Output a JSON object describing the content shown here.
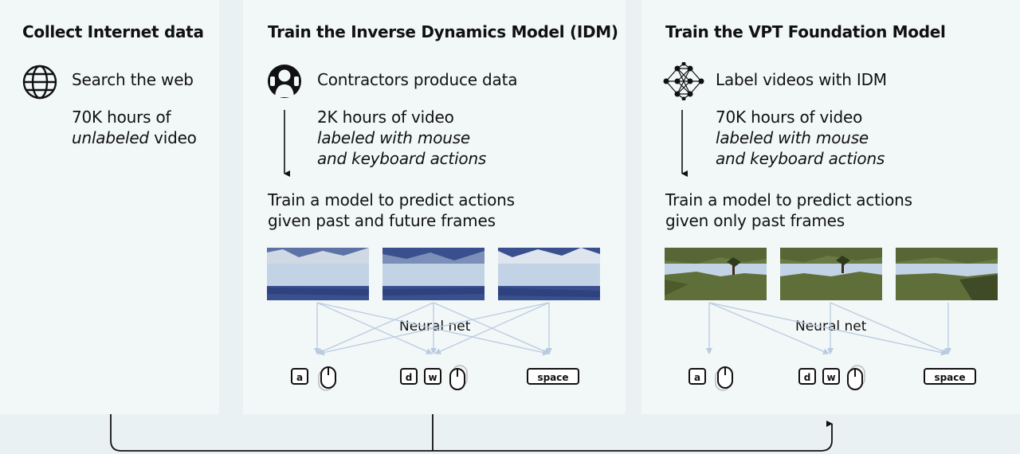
{
  "columns": {
    "collect": {
      "heading": "Collect Internet data",
      "step": "Search the web",
      "detail_line1": "70K hours of",
      "detail_line2_italic": "unlabeled",
      "detail_line2_rest": " video",
      "icon": "globe-icon"
    },
    "idm": {
      "heading": "Train the Inverse Dynamics Model (IDM)",
      "step": "Contractors produce data",
      "detail_line1": "2K hours of video",
      "detail_line2": "labeled with mouse",
      "detail_line3": "and keyboard actions",
      "train_line1": "Train a model to predict actions",
      "train_line2": "given past and future frames",
      "nn_label": "Neural net",
      "icon": "headset-person-icon",
      "actions": {
        "g1_key1": "a",
        "g2_key1": "d",
        "g2_key2": "w",
        "g3_key1": "space"
      }
    },
    "vpt": {
      "heading": "Train the VPT Foundation Model",
      "step": "Label videos with IDM",
      "detail_line1": "70K hours of video",
      "detail_line2": "labeled with mouse",
      "detail_line3": "and keyboard actions",
      "train_line1": "Train a model to predict actions",
      "train_line2": "given only past frames",
      "nn_label": "Neural net",
      "icon": "neural-network-icon",
      "actions": {
        "g1_key1": "a",
        "g2_key1": "d",
        "g2_key2": "w",
        "g3_key1": "space"
      }
    }
  },
  "colors": {
    "background": "#e9f1f3",
    "text": "#111111",
    "connector": "#b9cbe0",
    "sky_blue": "#c3d3e6",
    "water_navy": "#3a4f8e",
    "grass_green": "#6a7a44"
  }
}
